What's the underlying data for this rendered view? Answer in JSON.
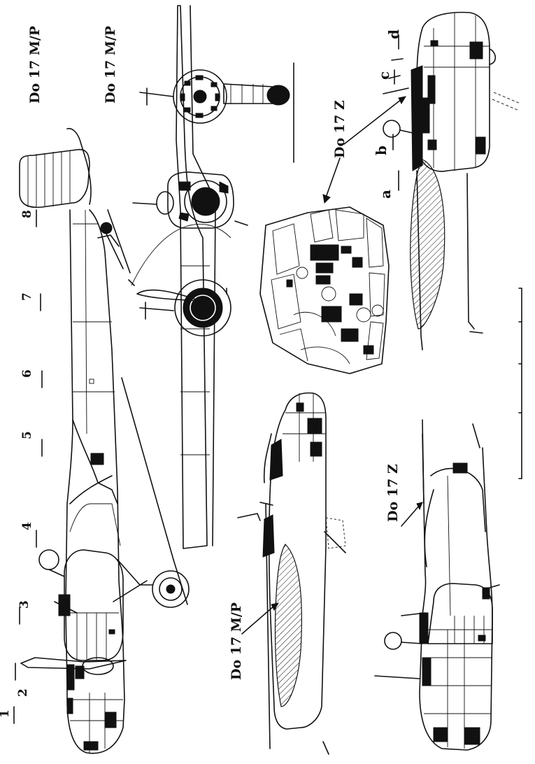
{
  "labels": {
    "do17mp_a": "Do 17 M/P",
    "do17mp_b": "Do 17 M/P",
    "do17z_cockpit": "Do 17 Z",
    "do17mp_nose": "Do 17 M/P",
    "do17z_nose": "Do 17 Z"
  },
  "section_numbers": [
    "1",
    "2",
    "3",
    "4",
    "5",
    "6",
    "7",
    "8"
  ],
  "detail_letters": [
    "a",
    "b",
    "c",
    "d"
  ]
}
